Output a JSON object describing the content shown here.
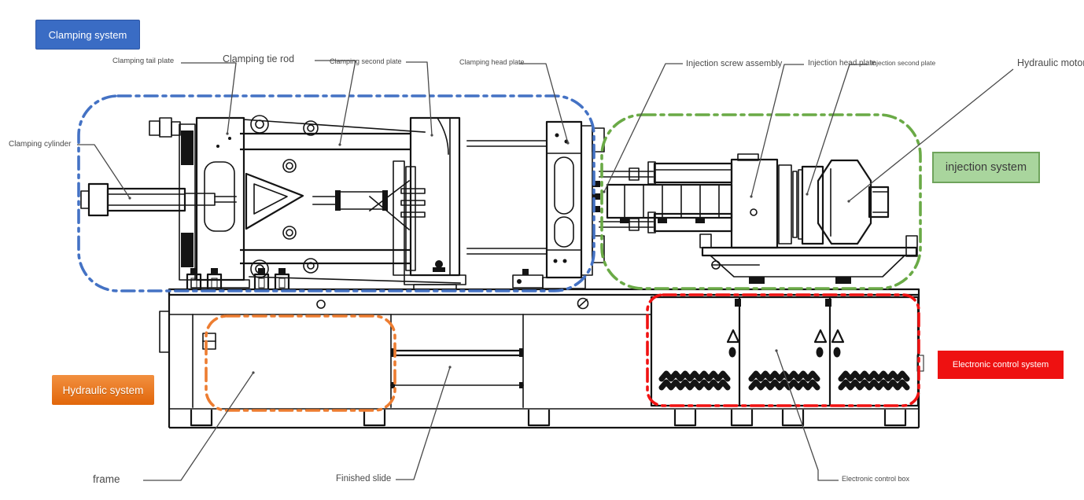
{
  "systems": {
    "clamping": {
      "label": "Clamping system",
      "color": "#3a6cc4",
      "outline_color": "#4472c4",
      "text_color": "#ffffff"
    },
    "injection": {
      "label": "injection system",
      "color": "#a9d59d",
      "outline_color": "#6aaa46",
      "text_color": "#3b3b3b"
    },
    "hydraulic": {
      "label": "Hydraulic system",
      "color": "#ed7d31",
      "outline_color": "#ed7d31",
      "text_color": "#ffffff"
    },
    "electronic": {
      "label": "Electronic control system",
      "color": "#ee1111",
      "outline_color": "#f01212",
      "text_color": "#ffffff"
    }
  },
  "part_labels": {
    "clamping_tail_plate": "Clamping tail plate",
    "clamping_tie_rod": "Clamping tie rod",
    "clamping_second_plate": "Clamping second plate",
    "clamping_head_plate": "Clamping head plate",
    "clamping_cylinder": "Clamping cylinder",
    "injection_screw_assembly": "Injection screw assembly",
    "injection_head_plate": "Injection head plate",
    "injection_second_plate": "Injection second plate",
    "hydraulic_motor": "Hydraulic motor",
    "frame": "frame",
    "finished_slide": "Finished slide",
    "electronic_control_box": "Electronic control box"
  }
}
